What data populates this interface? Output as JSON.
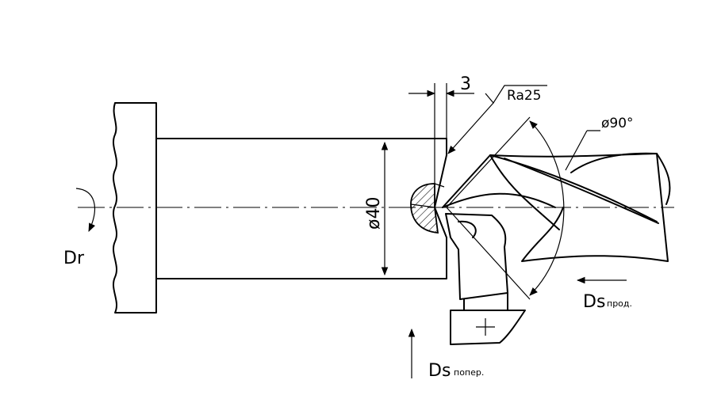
{
  "dimensions": {
    "chamfer_width": "3",
    "diameter": "ø40",
    "roughness": "Ra25",
    "angle": "ø90°"
  },
  "motions": {
    "rotation": {
      "symbol": "Dr"
    },
    "feed_longitudinal": {
      "symbol": "Ds",
      "subscript": "прод."
    },
    "feed_cross": {
      "symbol": "Ds",
      "subscript": "попер."
    }
  }
}
